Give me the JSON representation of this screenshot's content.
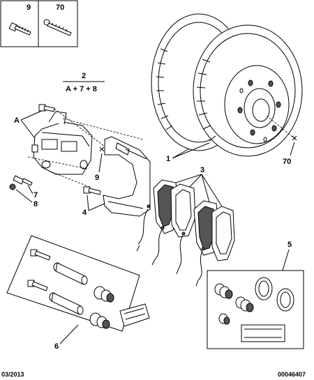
{
  "callouts": {
    "c1": "1",
    "c2": "2",
    "c2_formula": "A + 7 + 8",
    "c3": "3",
    "c4": "4",
    "c5": "5",
    "c6": "6",
    "c7": "7",
    "c8": "8",
    "c9": "9",
    "c70": "70",
    "cA": "A"
  },
  "inset": {
    "left_label": "9",
    "right_label": "70"
  },
  "footer": {
    "date": "03/2013",
    "ref": "00046407"
  }
}
